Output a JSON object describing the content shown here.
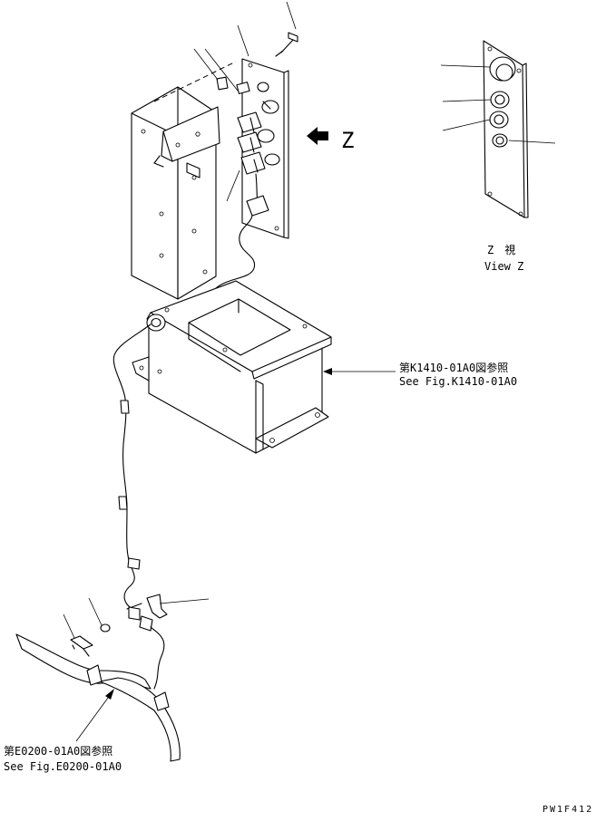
{
  "view": {
    "arrow_letter": "Z",
    "caption_jp": "Z　視",
    "caption_en": "View Z"
  },
  "refs": {
    "k1410_jp": "第K1410-01A0図参照",
    "k1410_en": "See Fig.K1410-01A0",
    "e0200_jp": "第E0200-01A0図参照",
    "e0200_en": "See Fig.E0200-01A0"
  },
  "drawing_number": "PW1F412"
}
